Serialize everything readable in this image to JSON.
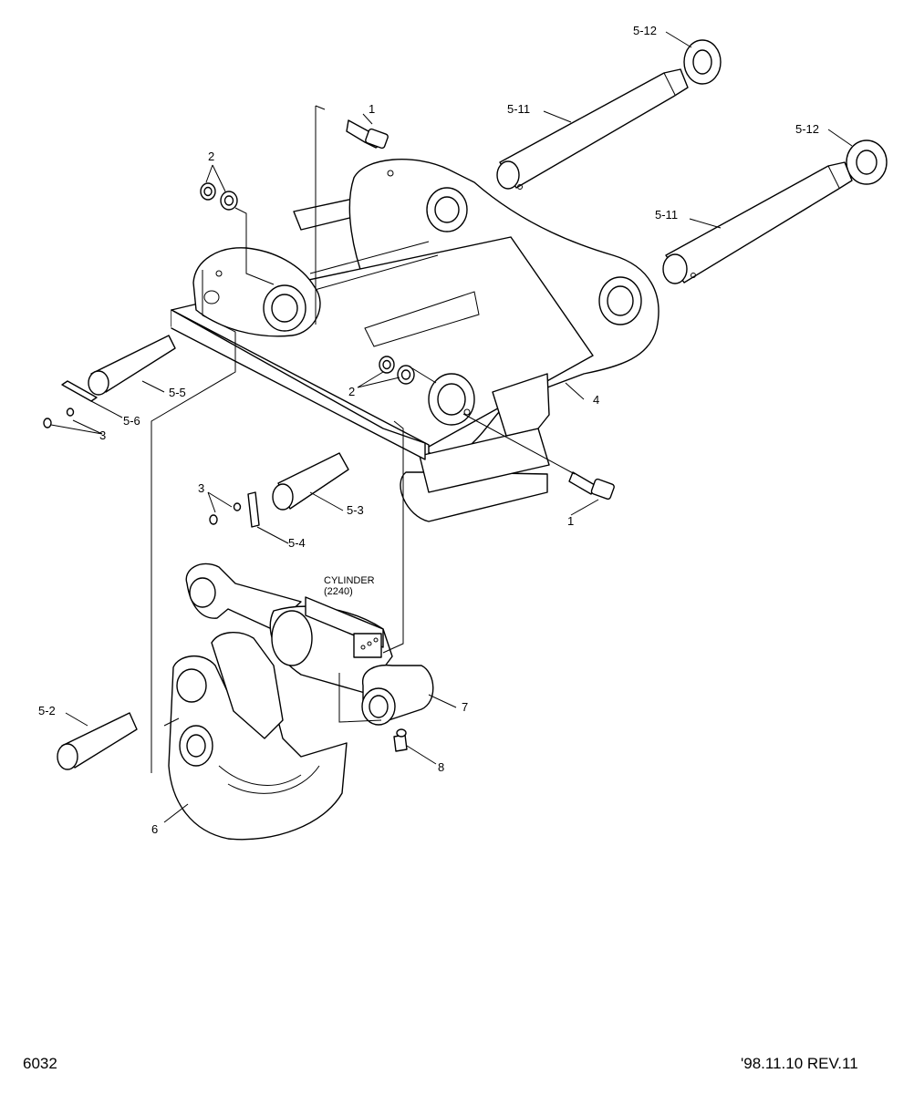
{
  "labels": {
    "l_1_top": "1",
    "l_1_bot": "1",
    "l_2_top": "2",
    "l_2_mid": "2",
    "l_3_left": "3",
    "l_3_mid": "3",
    "l_4": "4",
    "l_5_2": "5-2",
    "l_5_3": "5-3",
    "l_5_4": "5-4",
    "l_5_5": "5-5",
    "l_5_6": "5-6",
    "l_5_11_top": "5-11",
    "l_5_11_mid": "5-11",
    "l_5_12_top": "5-12",
    "l_5_12_mid": "5-12",
    "l_6": "6",
    "l_7": "7",
    "l_8": "8",
    "cylinder": "CYLINDER",
    "cylinder_code": "(2240)"
  },
  "footer": {
    "page_code": "6032",
    "revision": "'98.11.10 REV.11"
  }
}
